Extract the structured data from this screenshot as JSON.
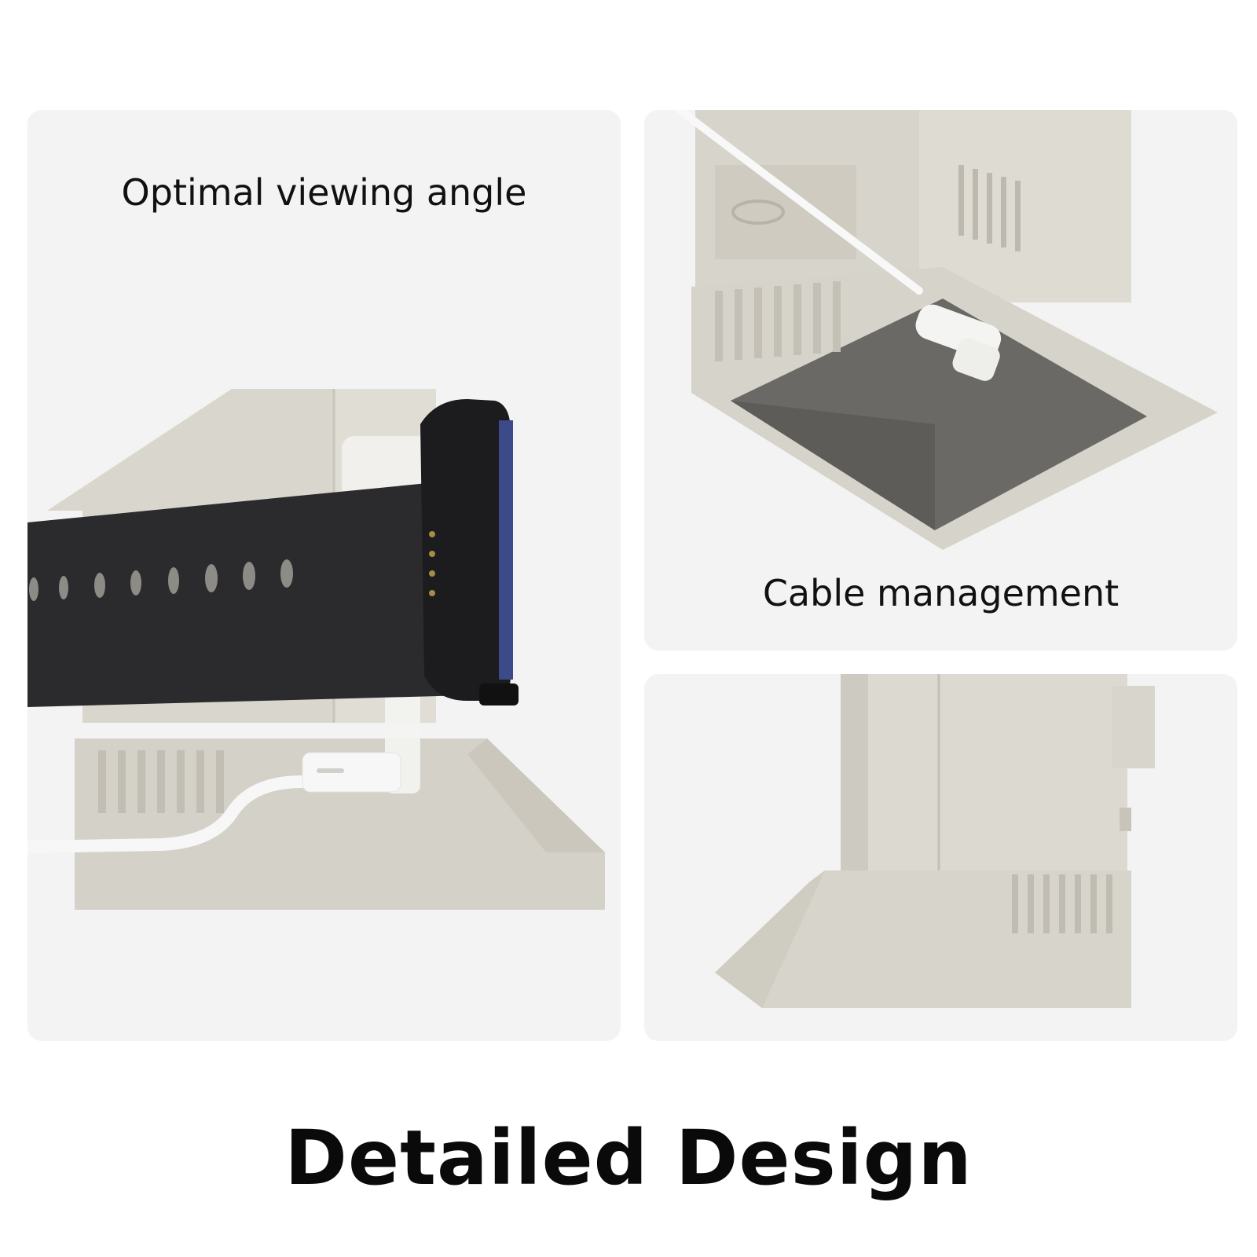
{
  "panels": {
    "left": {
      "caption": "Optimal viewing angle"
    },
    "top_right": {
      "caption": "Cable management"
    },
    "bottom_right": {
      "caption": ""
    }
  },
  "headline": "Detailed Design",
  "colors": {
    "panel_bg": "#f2f3f2",
    "stand_beige": "#d9d6cd",
    "stand_shadow": "#bdb9ae",
    "strap_black": "#2b2b2d",
    "cable_white": "#f7f7f7",
    "text": "#111111"
  }
}
